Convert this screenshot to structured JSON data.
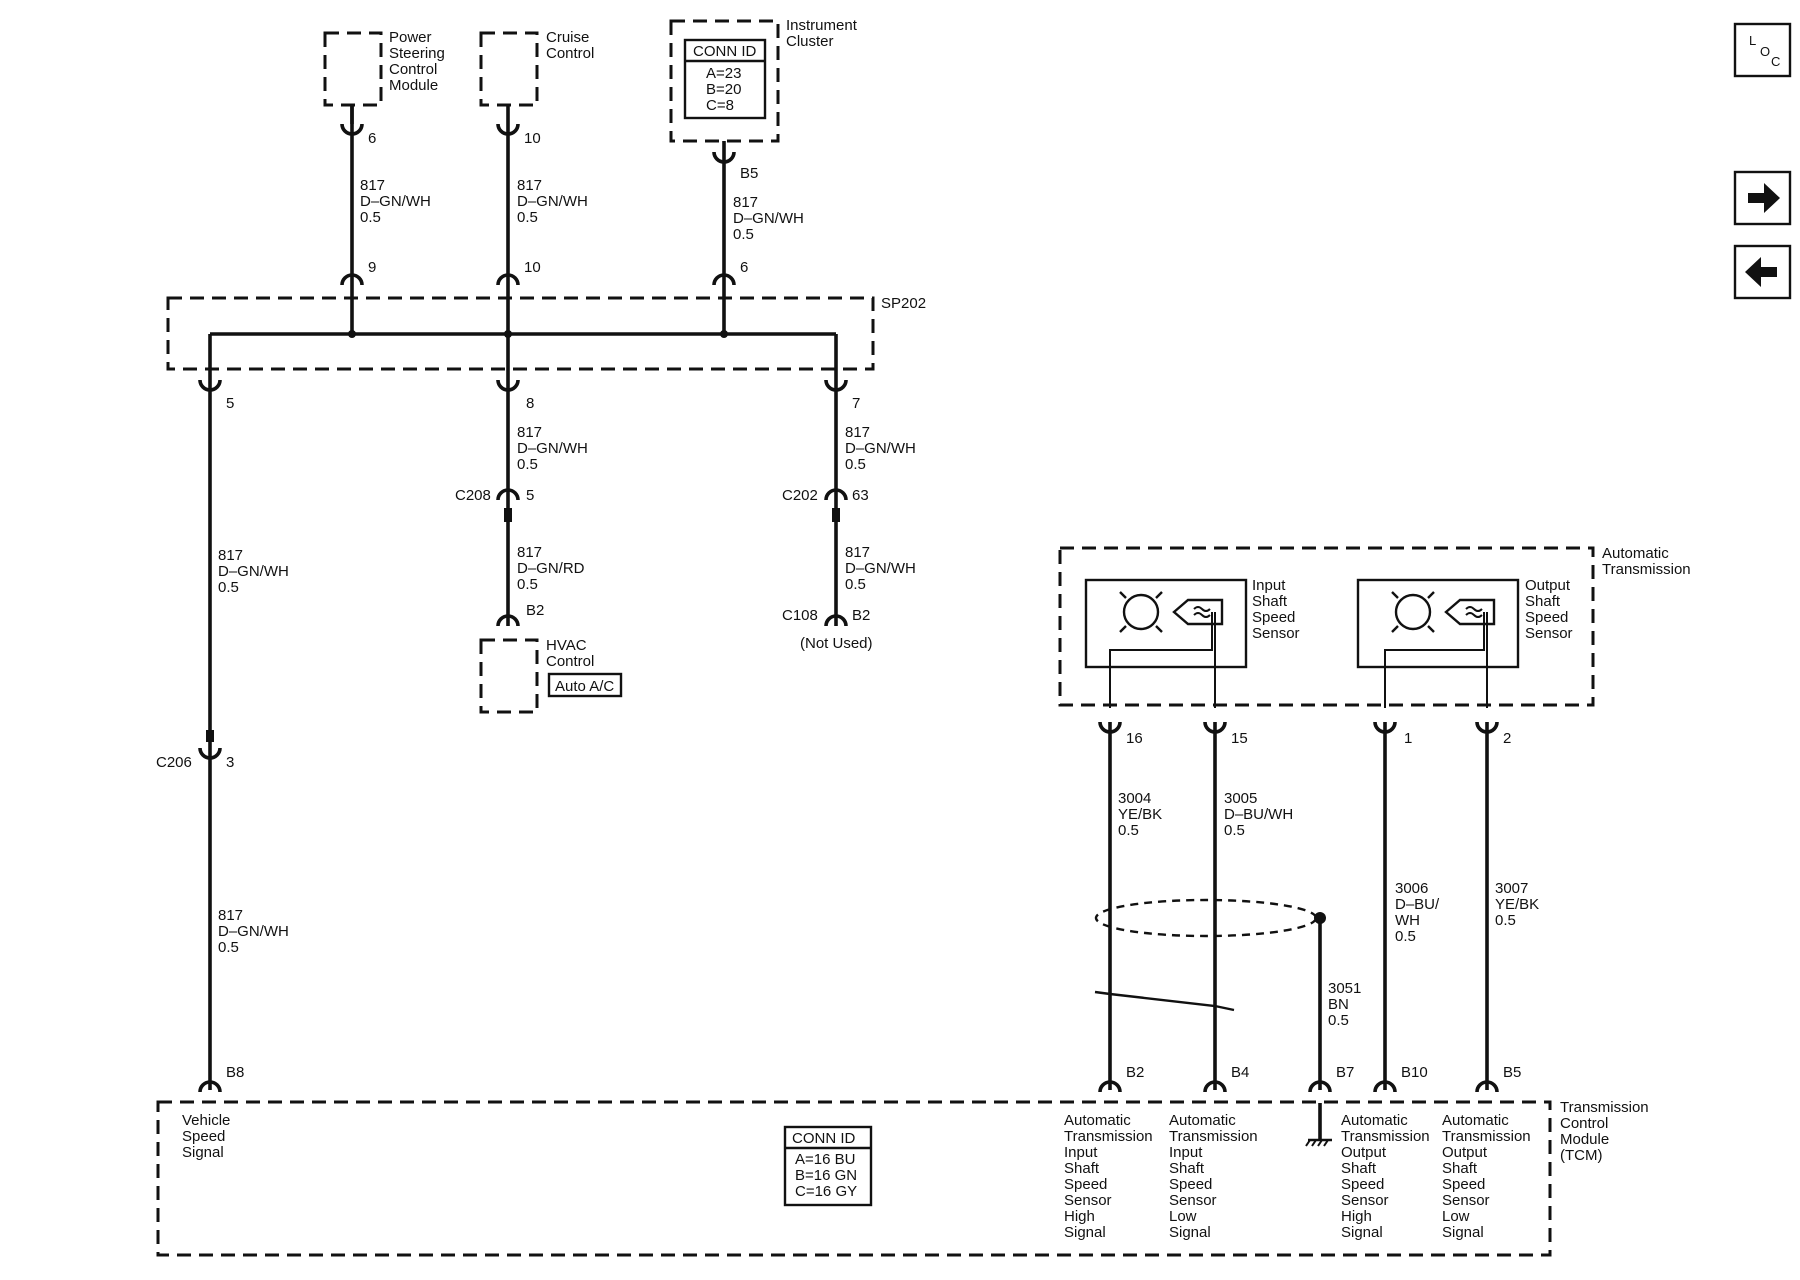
{
  "nav": {
    "loc_letters": [
      "L",
      "O",
      "C"
    ],
    "next_icon": "arrow-right-icon",
    "prev_icon": "arrow-left-icon"
  },
  "components": {
    "pscm": [
      "Power",
      "Steering",
      "Control",
      "Module"
    ],
    "cruise": [
      "Cruise",
      "Control"
    ],
    "ic": [
      "Instrument",
      "Cluster"
    ],
    "ic_conn": [
      "CONN ID",
      "A=23",
      "B=20",
      "C=8"
    ],
    "splice": "SP202",
    "hvac": [
      "HVAC",
      "Control"
    ],
    "hvac_option": "Auto A/C",
    "not_used": "(Not Used)",
    "auto_trans": [
      "Automatic",
      "Transmission"
    ],
    "iss": [
      "Input",
      "Shaft",
      "Speed",
      "Sensor"
    ],
    "oss": [
      "Output",
      "Shaft",
      "Speed",
      "Sensor"
    ],
    "tcm": [
      "Transmission",
      "Control",
      "Module",
      "(TCM)"
    ],
    "tcm_conn": [
      "CONN ID",
      "A=16 BU",
      "B=16 GN",
      "C=16 GY"
    ]
  },
  "pins": {
    "pscm_top": "6",
    "pscm_bot": "9",
    "cruise_top": "10",
    "cruise_bot": "10",
    "ic_top": "B5",
    "ic_bot": "6",
    "sp_a": "5",
    "sp_b": "8",
    "sp_c": "7",
    "c208_pin": "5",
    "hvac_pin": "B2",
    "c202_pin": "63",
    "c108_pin": "B2",
    "c206_pin": "3",
    "tcm_b8": "B8",
    "s16": "16",
    "s15": "15",
    "s1": "1",
    "s2": "2",
    "tcm_b2": "B2",
    "tcm_b4": "B4",
    "tcm_b7": "B7",
    "tcm_b10": "B10",
    "tcm_b5": "B5"
  },
  "connectors": {
    "c208": "C208",
    "c202": "C202",
    "c108": "C108",
    "c206": "C206"
  },
  "wires": {
    "w_pscm": [
      "817",
      "D–GN/WH",
      "0.5"
    ],
    "w_cruise": [
      "817",
      "D–GN/WH",
      "0.5"
    ],
    "w_ic": [
      "817",
      "D–GN/WH",
      "0.5"
    ],
    "w_left1": [
      "817",
      "D–GN/WH",
      "0.5"
    ],
    "w_left2": [
      "817",
      "D–GN/WH",
      "0.5"
    ],
    "w_mid1": [
      "817",
      "D–GN/WH",
      "0.5"
    ],
    "w_mid2": [
      "817",
      "D–GN/RD",
      "0.5"
    ],
    "w_right1": [
      "817",
      "D–GN/WH",
      "0.5"
    ],
    "w_right2": [
      "817",
      "D–GN/WH",
      "0.5"
    ],
    "w_3004": [
      "3004",
      "YE/BK",
      "0.5"
    ],
    "w_3005": [
      "3005",
      "D–BU/WH",
      "0.5"
    ],
    "w_3006": [
      "3006",
      "D–BU/",
      "WH",
      "0.5"
    ],
    "w_3007": [
      "3007",
      "YE/BK",
      "0.5"
    ],
    "w_3051": [
      "3051",
      "BN",
      "0.5"
    ]
  },
  "signals": {
    "vss": [
      "Vehicle",
      "Speed",
      "Signal"
    ],
    "iss_high": [
      "Automatic",
      "Transmission",
      "Input",
      "Shaft",
      "Speed",
      "Sensor",
      "High",
      "Signal"
    ],
    "iss_low": [
      "Automatic",
      "Transmission",
      "Input",
      "Shaft",
      "Speed",
      "Sensor",
      "Low",
      "Signal"
    ],
    "oss_high": [
      "Automatic",
      "Transmission",
      "Output",
      "Shaft",
      "Speed",
      "Sensor",
      "High",
      "Signal"
    ],
    "oss_low": [
      "Automatic",
      "Transmission",
      "Output",
      "Shaft",
      "Speed",
      "Sensor",
      "Low",
      "Signal"
    ]
  }
}
